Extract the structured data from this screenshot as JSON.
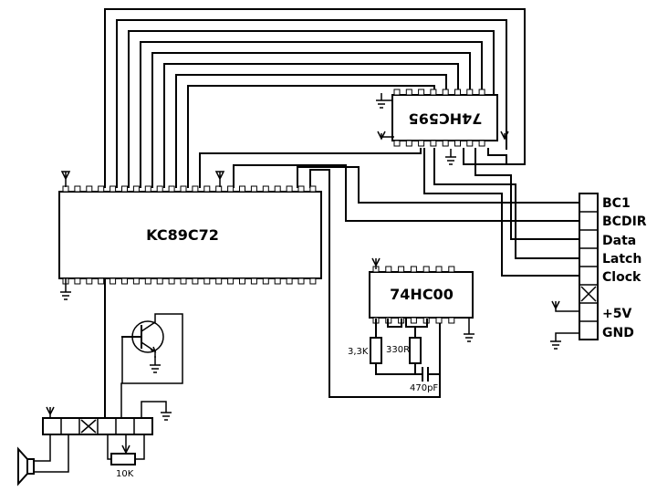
{
  "components": {
    "mcu": "KC89C72",
    "shift_register": "74HC595",
    "nand": "74HC00"
  },
  "connector_labels": [
    "BC1",
    "BCDIR",
    "Data",
    "Latch",
    "Clock",
    "+5V",
    "GND"
  ],
  "passives": {
    "r1": "3,3K",
    "r2": "330R",
    "cap": "470pF",
    "pot": "10K"
  }
}
